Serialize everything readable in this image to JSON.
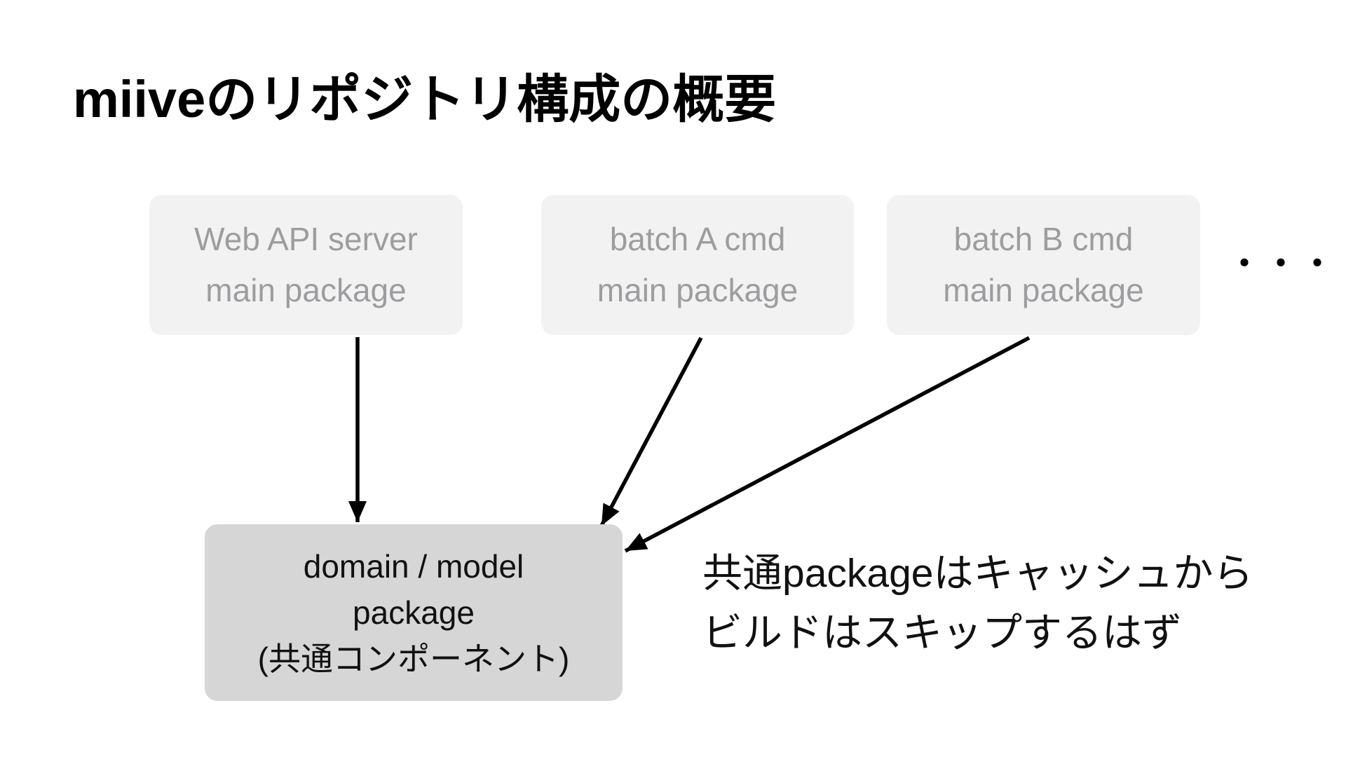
{
  "title": "miiveのリポジトリ構成の概要",
  "diagram": {
    "top_boxes": [
      {
        "line1": "Web API server",
        "line2": "main package"
      },
      {
        "line1": "batch A cmd",
        "line2": "main package"
      },
      {
        "line1": "batch B cmd",
        "line2": "main package"
      }
    ],
    "ellipsis": "・・・",
    "domain_box": {
      "line1": "domain / model",
      "line2": "package",
      "line3": "(共通コンポーネント)"
    },
    "note_line1": "共通packageはキャッシュから",
    "note_line2": "ビルドはスキップするはず"
  },
  "colors": {
    "canvas-bg": "#ffffff",
    "title-color": "#000000",
    "box-bg": "#f2f2f3",
    "box-text": "#9d9da0",
    "domain-box-bg": "#d6d6d7",
    "domain-text": "#111111",
    "note-color": "#111111",
    "arrow-color": "#000000"
  }
}
